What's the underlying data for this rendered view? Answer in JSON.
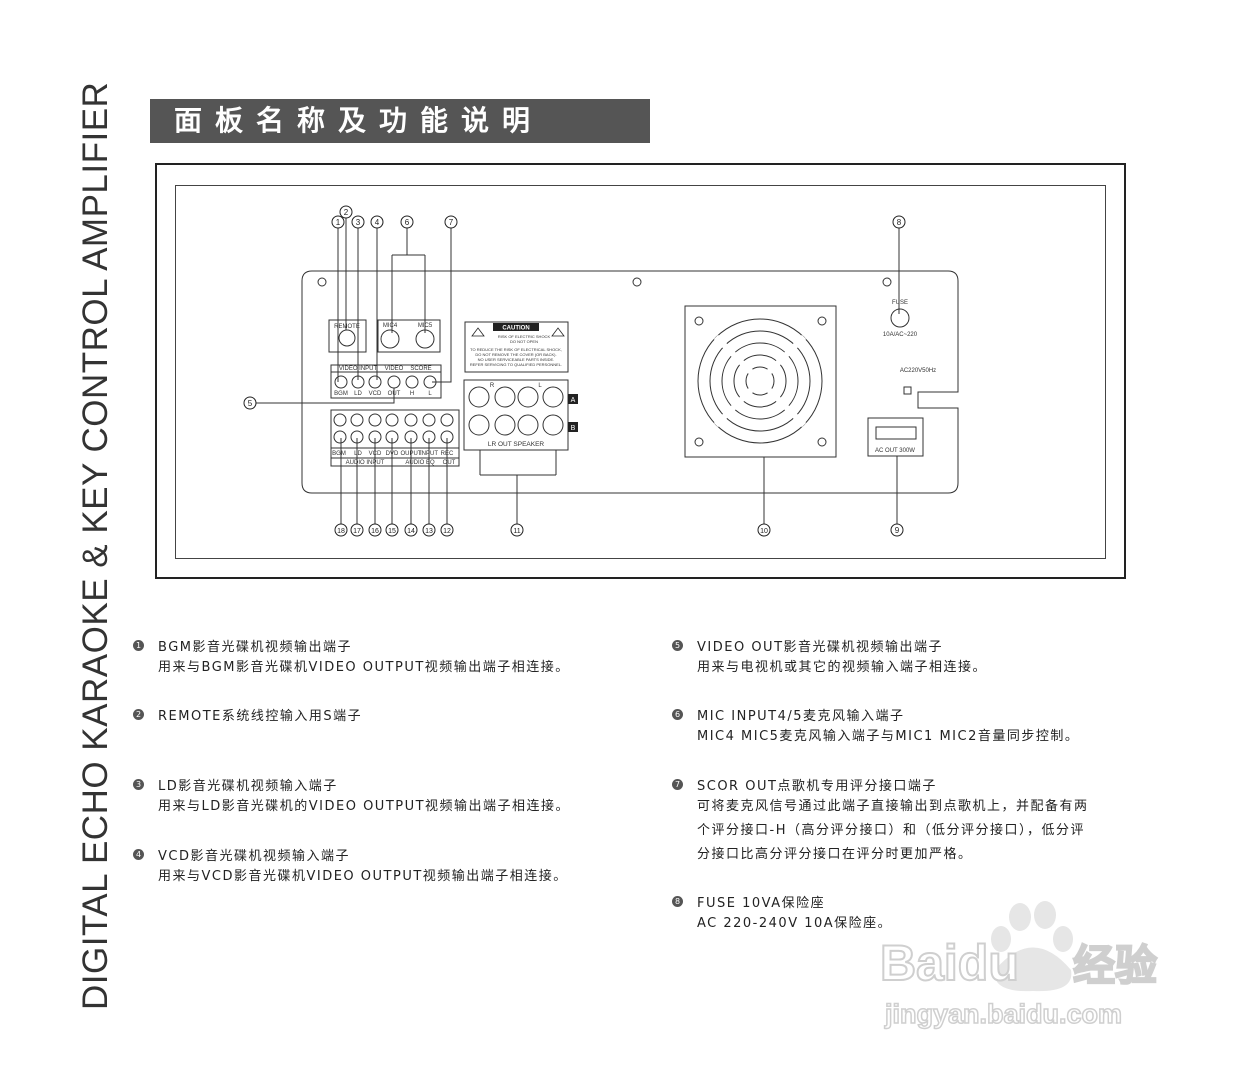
{
  "side_title": "DIGITAL ECHO KARAOKE & KEY CONTROL AMPLIFIER",
  "banner_title": "面板名称及功能说明",
  "panel": {
    "callouts": [
      "1",
      "2",
      "3",
      "4",
      "6",
      "7",
      "8",
      "5",
      "18",
      "17",
      "16",
      "15",
      "14",
      "13",
      "12",
      "11",
      "10",
      "9"
    ],
    "labels": {
      "remote": "REMOTE",
      "mic4": "MIC4",
      "mic5": "MIC5",
      "video_input": "VIDEO INPUT",
      "video": "VIDEO",
      "score": "SCORE",
      "bgm": "BGM",
      "ld": "LD",
      "vcd": "VCD",
      "out": "OUT",
      "h": "H",
      "l": "L",
      "caution": "CAUTION",
      "caution_sub1": "RISK OF ELECTRIC SHOCK",
      "caution_sub2": "DO NOT OPEN",
      "caution_l1": "TO REDUCE THE RISK OF ELECTRICAL SHOCK,",
      "caution_l2": "DO NOT REMOVE THE COVER (OR BACK).",
      "caution_l3": "NO USER SERVICEABLE PARTS INSIDE.",
      "caution_l4": "REFER SERVICING TO QUALIFIED PERSONNEL.",
      "r_mark": "R",
      "l_mark": "L",
      "lr_out_speaker": "LR OUT SPEAKER",
      "a": "A",
      "b": "B",
      "bgm2": "BGM",
      "ld2": "LD",
      "vcd2": "VCD",
      "dvd": "DVD",
      "output": "OUPUT",
      "input": "INPUT",
      "rec": "REC",
      "audio_input": "AUDIO INPUT",
      "audio_eq": "AUDIO EQ",
      "out2": "OUT",
      "fuse": "FUSE",
      "fuse_rating": "10A/AC~220",
      "ac_in": "AC220V50Hz",
      "ac_out": "AC OUT 300W"
    }
  },
  "descriptions": {
    "left": [
      {
        "num": "1",
        "title": "BGM影音光碟机视频输出端子",
        "lines": [
          "用来与BGM影音光碟机VIDEO OUTPUT视频输出端子相连接。"
        ]
      },
      {
        "num": "2",
        "title": "REMOTE系统线控输入用S端子",
        "lines": []
      },
      {
        "num": "3",
        "title": "LD影音光碟机视频输入端子",
        "lines": [
          "用来与LD影音光碟机的VIDEO OUTPUT视频输出端子相连接。"
        ]
      },
      {
        "num": "4",
        "title": "VCD影音光碟机视频输入端子",
        "lines": [
          "用来与VCD影音光碟机VIDEO OUTPUT视频输出端子相连接。"
        ]
      }
    ],
    "right": [
      {
        "num": "5",
        "title": "VIDEO OUT影音光碟机视频输出端子",
        "lines": [
          "用来与电视机或其它的视频输入端子相连接。"
        ]
      },
      {
        "num": "6",
        "title": "MIC INPUT4/5麦克风输入端子",
        "lines": [
          "MIC4 MIC5麦克风输入端子与MIC1 MIC2音量同步控制。"
        ]
      },
      {
        "num": "7",
        "title": "SCOR OUT点歌机专用评分接口端子",
        "lines": [
          "可将麦克风信号通过此端子直接输出到点歌机上，并配备有两",
          "个评分接口-H（高分评分接口）和（低分评分接口），低分评",
          "分接口比高分评分接口在评分时更加严格。"
        ]
      },
      {
        "num": "8",
        "title": "FUSE 10VA保险座",
        "lines": [
          "AC 220-240V 10A保险座。"
        ]
      }
    ]
  },
  "watermark": {
    "brand": "Baidu",
    "brand_cn": "经验",
    "url": "jingyan.baidu.com"
  }
}
